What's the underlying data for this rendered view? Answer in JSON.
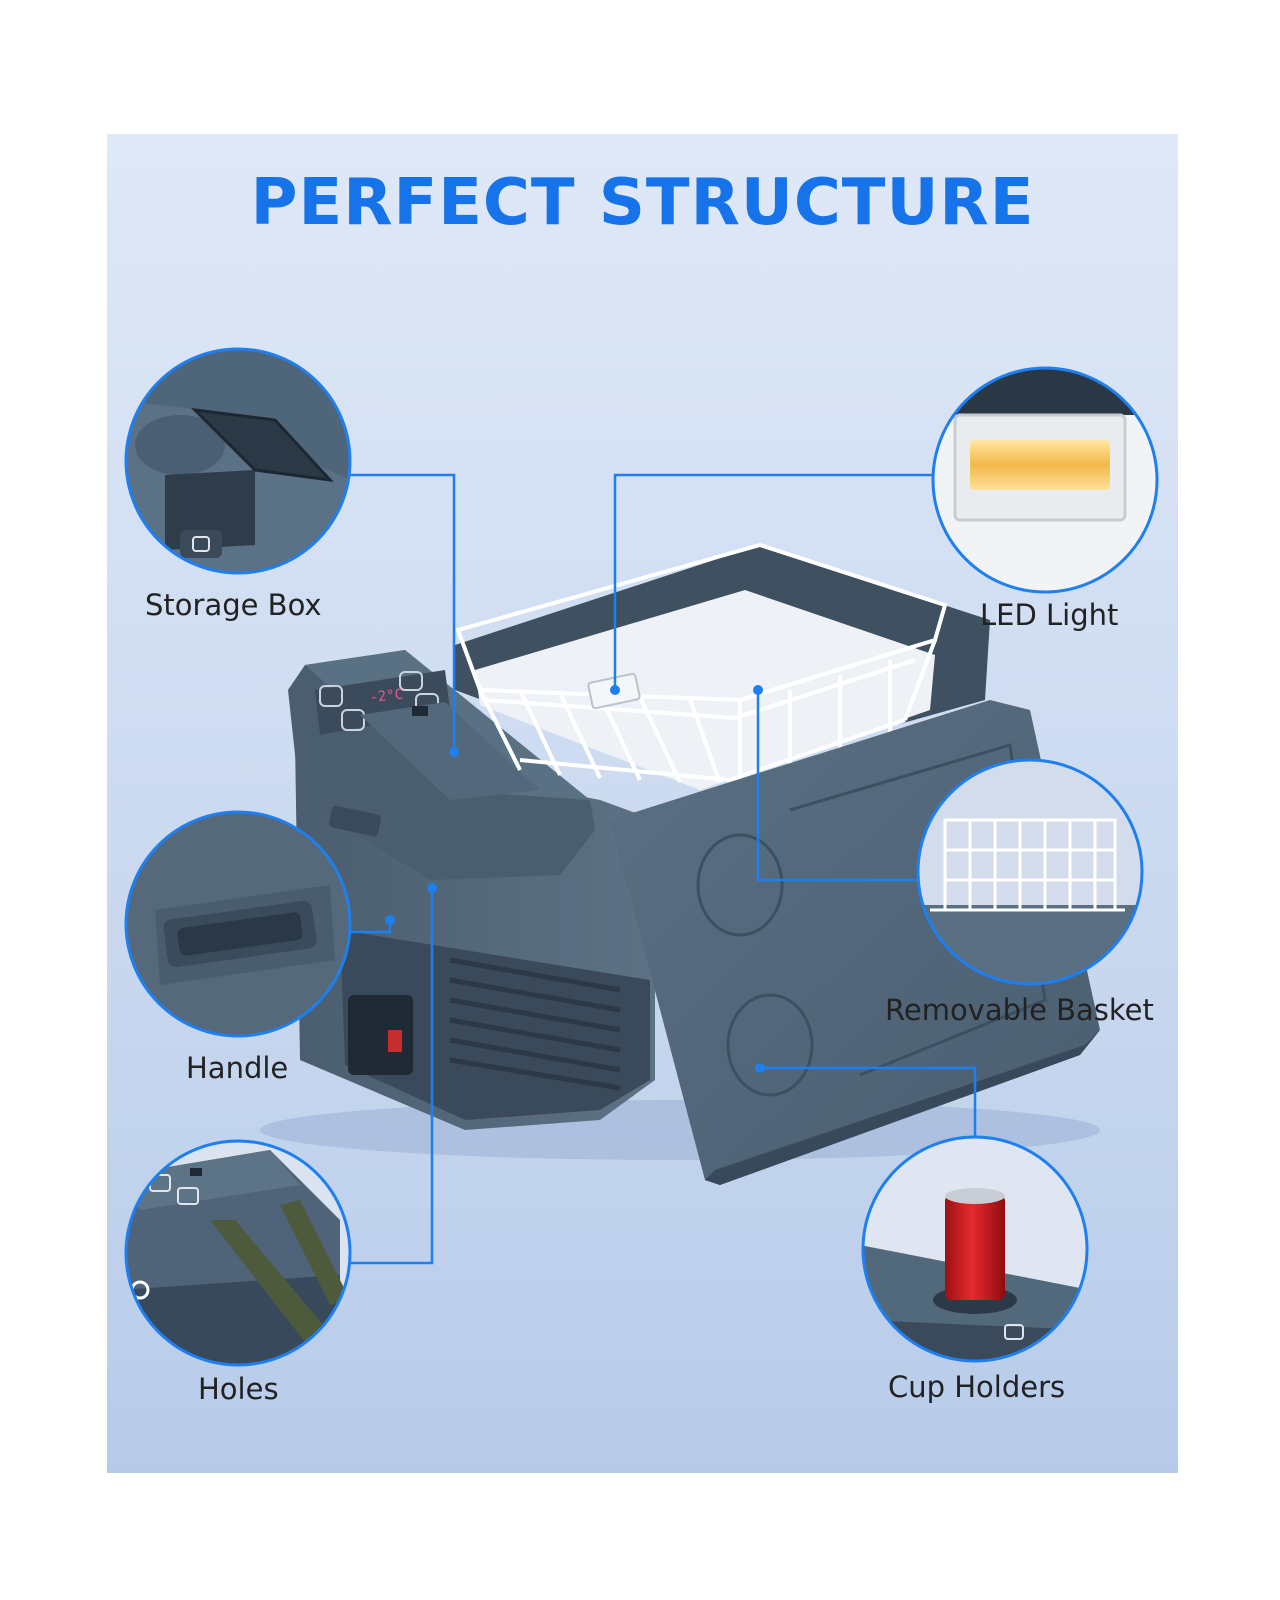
{
  "title": "PERFECT STRUCTURE",
  "callouts": {
    "storage_box": "Storage Box",
    "led_light": "LED Light",
    "handle": "Handle",
    "removable_basket": "Removable Basket",
    "holes": "Holes",
    "cup_holders": "Cup Holders"
  },
  "control_panel": {
    "display": "-2°C"
  },
  "colors": {
    "title": "#1673ea",
    "callout_line": "#1e7ff0",
    "fridge_body": "#4d6275",
    "fridge_dark": "#3a4a5a",
    "panel_bg": "#cfdcf1",
    "can_red": "#d71a1f"
  }
}
